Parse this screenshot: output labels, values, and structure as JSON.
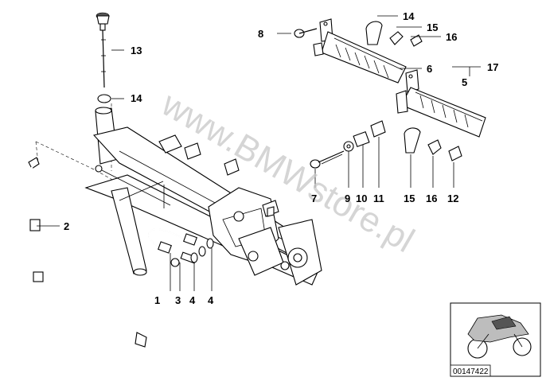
{
  "diagram": {
    "labels": [
      "1",
      "2",
      "3",
      "4",
      "4",
      "5",
      "6",
      "7",
      "8",
      "9",
      "10",
      "11",
      "12",
      "13",
      "14",
      "14",
      "15",
      "15",
      "16",
      "16",
      "17"
    ],
    "watermark": "www.BMWstore.pl",
    "diagram_code": "00147422"
  }
}
